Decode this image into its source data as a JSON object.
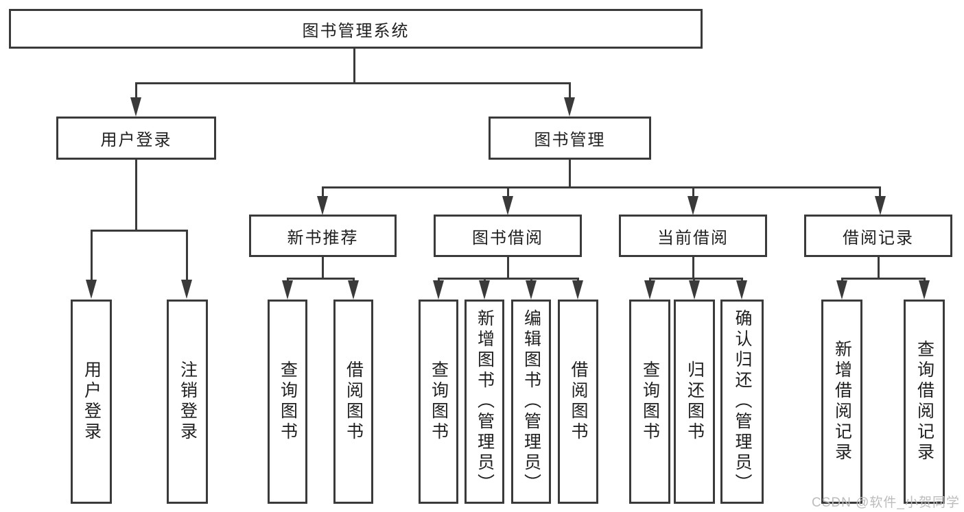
{
  "diagram_title": "图书管理系统",
  "nodes": {
    "root": {
      "label": "图书管理系统"
    },
    "level2": [
      {
        "label": "用户登录",
        "parent": "图书管理系统"
      },
      {
        "label": "图书管理",
        "parent": "图书管理系统"
      }
    ],
    "level3": [
      {
        "label": "新书推荐",
        "parent": "图书管理"
      },
      {
        "label": "图书借阅",
        "parent": "图书管理"
      },
      {
        "label": "当前借阅",
        "parent": "图书管理"
      },
      {
        "label": "借阅记录",
        "parent": "图书管理"
      }
    ],
    "leaves": [
      {
        "label": "用户登录",
        "parent": "用户登录"
      },
      {
        "label": "注销登录",
        "parent": "用户登录"
      },
      {
        "label": "查询图书",
        "parent": "新书推荐"
      },
      {
        "label": "借阅图书",
        "parent": "新书推荐"
      },
      {
        "label": "查询图书",
        "parent": "图书借阅"
      },
      {
        "label": "新增图书（管理员）",
        "parent": "图书借阅"
      },
      {
        "label": "编辑图书（管理员）",
        "parent": "图书借阅"
      },
      {
        "label": "借阅图书",
        "parent": "图书借阅"
      },
      {
        "label": "查询图书",
        "parent": "当前借阅"
      },
      {
        "label": "归还图书",
        "parent": "当前借阅"
      },
      {
        "label": "确认归还（管理员）",
        "parent": "当前借阅"
      },
      {
        "label": "新增借阅记录",
        "parent": "借阅记录"
      },
      {
        "label": "查询借阅记录",
        "parent": "借阅记录"
      }
    ]
  },
  "watermark": {
    "text": "CSDN @软件_小贺同学"
  },
  "colors": {
    "line": "#3a3a3a",
    "text": "#1f1f1f",
    "watermark": "#bcbcbc",
    "background": "#ffffff"
  }
}
